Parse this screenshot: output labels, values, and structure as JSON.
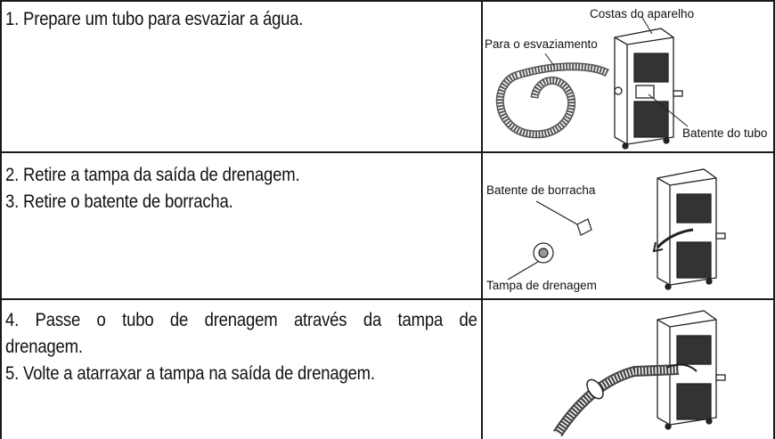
{
  "rows": [
    {
      "steps": [
        "1. Prepare um tubo para esvaziar a água."
      ],
      "figure": {
        "labels": {
          "back": "Costas do aparelho",
          "drain": "Para o esvaziamento",
          "stopper": "Batente do tubo"
        }
      }
    },
    {
      "steps": [
        "2.  Retire a tampa da saída de drenagem.",
        "3.  Retire o batente de borracha."
      ],
      "figure": {
        "labels": {
          "rubber": "Batente de borracha",
          "cap": "Tampa  de drenagem"
        }
      }
    },
    {
      "steps": [
        "4.  Passe o tubo de drenagem através da tampa de",
        "drenagem.",
        "5. Volte a atarraxar a tampa na saída de drenagem."
      ],
      "figure": {
        "labels": {}
      }
    }
  ]
}
